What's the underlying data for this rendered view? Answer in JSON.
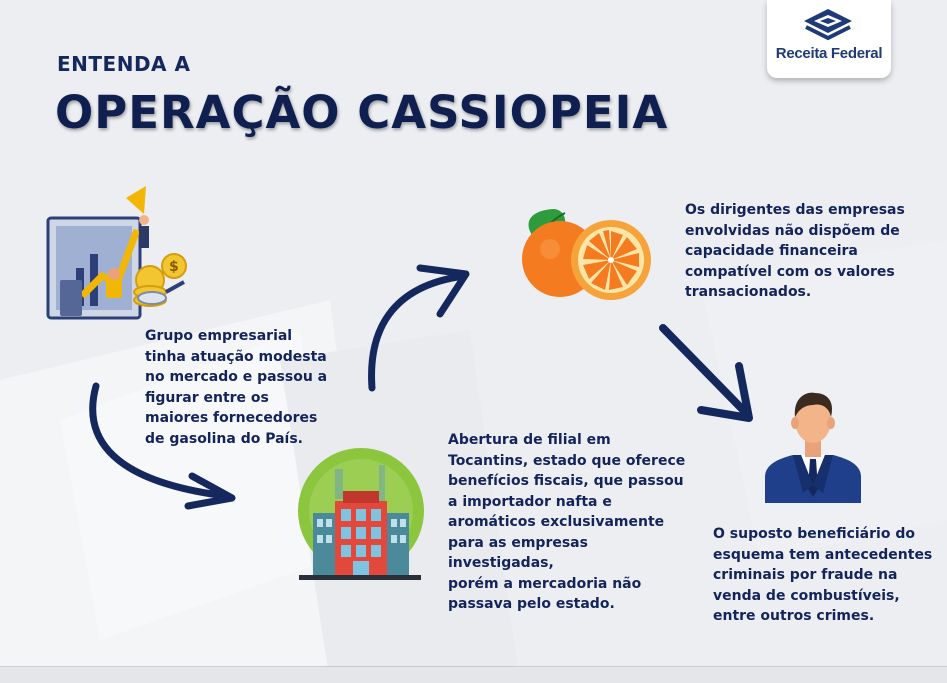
{
  "header": {
    "subtitle": "ENTENDA A",
    "title": "OPERAÇÃO CASSIOPEIA"
  },
  "logo": {
    "text": "Receita Federal",
    "icon": "receita-federal-emblem-icon"
  },
  "steps": [
    {
      "text": "Grupo empresarial\ntinha atuação modesta\nno mercado e passou a\nfigurar entre os\nmaiores fornecedores\nde gasolina do País.",
      "icon": "growth-chart-coins-icon"
    },
    {
      "text": "Abertura de filial em\nTocantins, estado que oferece\nbenefícios fiscais, que passou\na importador nafta e\naromáticos exclusivamente\npara as empresas investigadas,\nporém a mercadoria não\npassava pelo estado.",
      "icon": "factory-building-icon"
    },
    {
      "text": "Os dirigentes das empresas\nenvolvidas não dispõem de\ncapacidade financeira\ncompatível com os valores\ntransacionados.",
      "icon": "orange-fruit-icon"
    },
    {
      "text": "O suposto beneficiário do\nesquema tem antecedentes\ncriminais por fraude na\nvenda de combustíveis,\nentre outros crimes.",
      "icon": "businessman-icon"
    }
  ],
  "colors": {
    "navy": "#13245a",
    "background": "#eceef2",
    "orange": "#f47b20",
    "green": "#8cc63f",
    "red": "#e2483c"
  }
}
